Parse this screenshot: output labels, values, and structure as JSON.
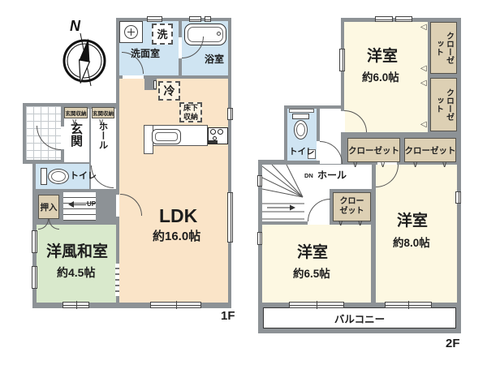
{
  "plan": {
    "compass_north": "N",
    "floor1": {
      "floor_label": "1F",
      "washroom_label": "洗面室",
      "washer_label": "洗",
      "bathroom_label": "浴室",
      "ldk_label": "LDK",
      "ldk_area": "約16.0帖",
      "fridge_label": "冷",
      "underfloor_storage_label": "床下収納",
      "entrance_label": "玄関",
      "entrance_storage_label": "玄関収納",
      "hall_label": "ホール",
      "toilet_label": "トイレ",
      "oshiire_label": "押入",
      "stairs_up_label": "UP",
      "japanese_room_label": "洋風和室",
      "japanese_room_area": "約4.5帖"
    },
    "floor2": {
      "floor_label": "2F",
      "bedroom6_label": "洋室",
      "bedroom6_area": "約6.0帖",
      "bedroom8_label": "洋室",
      "bedroom8_area": "約8.0帖",
      "bedroom65_label": "洋室",
      "bedroom65_area": "約6.5帖",
      "closet_label": "クローゼット",
      "toilet_label": "トイレ",
      "hall_label": "ホール",
      "stairs_down_label": "DN",
      "balcony_label": "バルコニー"
    },
    "colors": {
      "wall": "#8d9296",
      "wet_room": "#cfe4f2",
      "ldk": "#fae4c8",
      "japanese_room": "#d9e9cc",
      "storage": "#ddd0b4",
      "bedroom": "#fdf8e2"
    }
  }
}
